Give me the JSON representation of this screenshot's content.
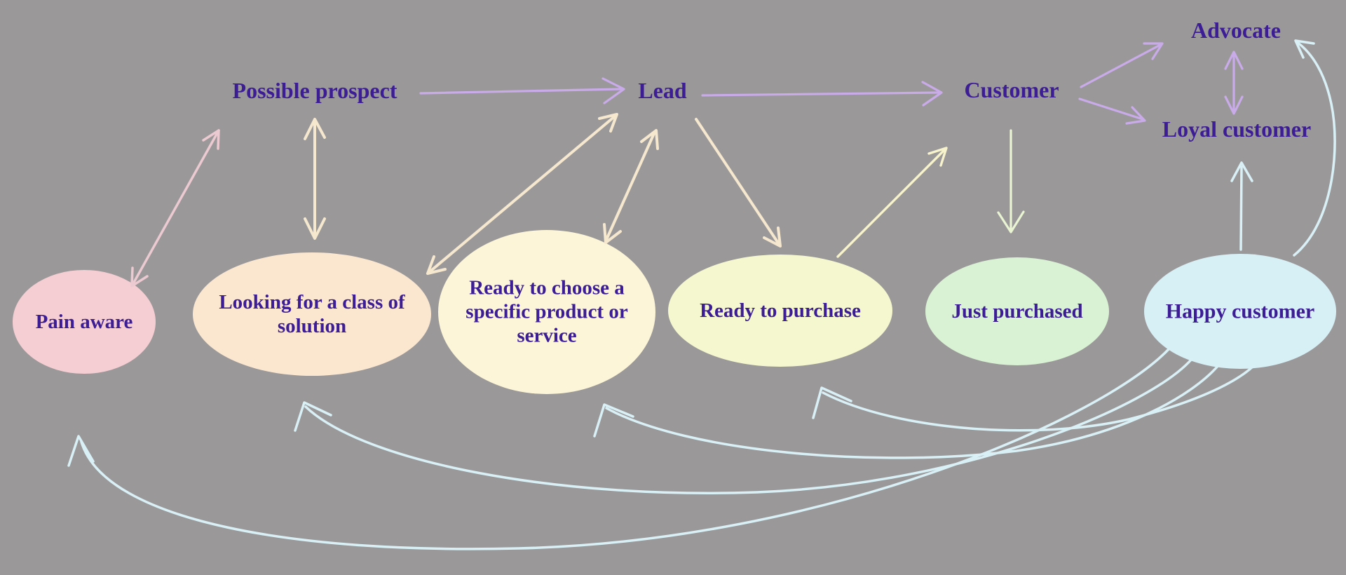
{
  "title": "Customer journey stages diagram",
  "colors": {
    "background": "#9b989a",
    "text": "#3d1d96",
    "pink_arrow": "#eccad1",
    "cream_arrow": "#f5e8cf",
    "purple_arrow": "#c9abe9",
    "yellow_arrow": "#f6f3cd",
    "green_arrow": "#e8f4d2",
    "cyan_arrow": "#d9f1f6"
  },
  "milestones": [
    {
      "id": "possible-prospect",
      "label": "Possible prospect"
    },
    {
      "id": "lead",
      "label": "Lead"
    },
    {
      "id": "customer",
      "label": "Customer"
    },
    {
      "id": "advocate",
      "label": "Advocate"
    },
    {
      "id": "loyal-customer",
      "label": "Loyal customer"
    }
  ],
  "stages": [
    {
      "id": "pain-aware",
      "label": "Pain aware",
      "fill": "#f5ced3"
    },
    {
      "id": "looking-for-class",
      "label": "Looking for a class of solution",
      "fill": "#fbe7d0"
    },
    {
      "id": "ready-to-choose",
      "label": "Ready to choose a specific product or service",
      "fill": "#fdf5d7"
    },
    {
      "id": "ready-to-purchase",
      "label": "Ready to purchase",
      "fill": "#f5f7cf"
    },
    {
      "id": "just-purchased",
      "label": "Just purchased",
      "fill": "#d9f2d4"
    },
    {
      "id": "happy-customer",
      "label": "Happy customer",
      "fill": "#d7f0f6"
    }
  ],
  "edges": [
    {
      "from": "pain-aware",
      "to": "possible-prospect",
      "double_headed": true,
      "color": "pink_arrow"
    },
    {
      "from": "looking-for-class",
      "to": "possible-prospect",
      "double_headed": true,
      "color": "cream_arrow"
    },
    {
      "from": "possible-prospect",
      "to": "lead",
      "double_headed": false,
      "color": "purple_arrow"
    },
    {
      "from": "lead",
      "to": "customer",
      "double_headed": false,
      "color": "purple_arrow"
    },
    {
      "from": "looking-for-class",
      "to": "lead",
      "double_headed": true,
      "color": "cream_arrow"
    },
    {
      "from": "ready-to-choose",
      "to": "lead",
      "double_headed": true,
      "color": "cream_arrow"
    },
    {
      "from": "lead",
      "to": "ready-to-purchase",
      "double_headed": false,
      "color": "cream_arrow"
    },
    {
      "from": "ready-to-purchase",
      "to": "customer",
      "double_headed": false,
      "color": "yellow_arrow"
    },
    {
      "from": "customer",
      "to": "just-purchased",
      "double_headed": false,
      "color": "green_arrow"
    },
    {
      "from": "customer",
      "to": "advocate",
      "double_headed": false,
      "color": "purple_arrow"
    },
    {
      "from": "customer",
      "to": "loyal-customer",
      "double_headed": false,
      "color": "purple_arrow"
    },
    {
      "from": "advocate",
      "to": "loyal-customer",
      "double_headed": true,
      "color": "purple_arrow"
    },
    {
      "from": "happy-customer",
      "to": "loyal-customer",
      "double_headed": false,
      "color": "cyan_arrow"
    },
    {
      "from": "happy-customer",
      "to": "advocate",
      "double_headed": false,
      "color": "cyan_arrow"
    },
    {
      "from": "happy-customer",
      "to": "ready-to-purchase",
      "double_headed": false,
      "color": "cyan_arrow"
    },
    {
      "from": "happy-customer",
      "to": "ready-to-choose",
      "double_headed": false,
      "color": "cyan_arrow"
    },
    {
      "from": "happy-customer",
      "to": "looking-for-class",
      "double_headed": false,
      "color": "cyan_arrow"
    },
    {
      "from": "happy-customer",
      "to": "pain-aware",
      "double_headed": false,
      "color": "cyan_arrow"
    }
  ]
}
